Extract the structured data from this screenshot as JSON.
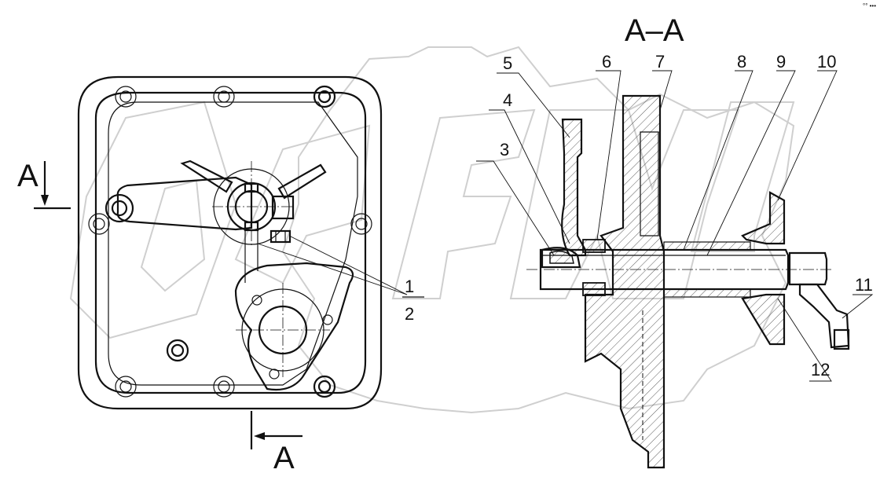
{
  "section_title": "A–A",
  "section_mark_left": "A",
  "section_mark_bottom": "A",
  "corner_mark": "°° •••",
  "callouts": {
    "c1": "1",
    "c2": "2",
    "c3": "3",
    "c4": "4",
    "c5": "5",
    "c6": "6",
    "c7": "7",
    "c8": "8",
    "c9": "9",
    "c10": "10",
    "c11": "11",
    "c12": "12"
  },
  "watermark_text": "OPEX"
}
